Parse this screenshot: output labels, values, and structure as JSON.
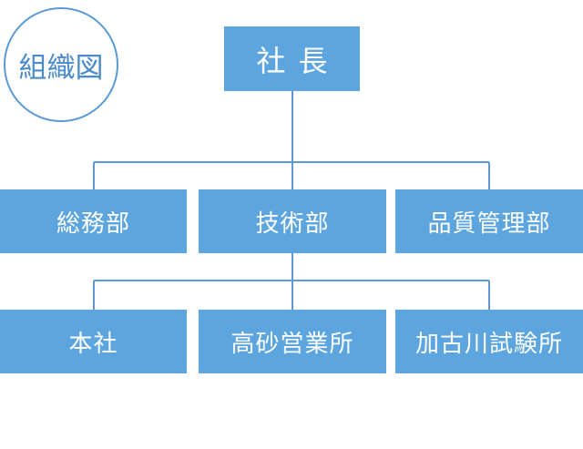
{
  "badge": {
    "label": "組織図"
  },
  "president": {
    "label": "社長"
  },
  "departments": [
    {
      "label": "総務部"
    },
    {
      "label": "技術部"
    },
    {
      "label": "品質管理部"
    }
  ],
  "sites": [
    {
      "label": "本社"
    },
    {
      "label": "高砂営業所"
    },
    {
      "label": "加古川試験所"
    }
  ],
  "colors": {
    "box_fill": "#5da5df",
    "connector": "#5b9bd5",
    "badge_stroke": "#5b9bd5",
    "box_text": "#ffffff"
  }
}
